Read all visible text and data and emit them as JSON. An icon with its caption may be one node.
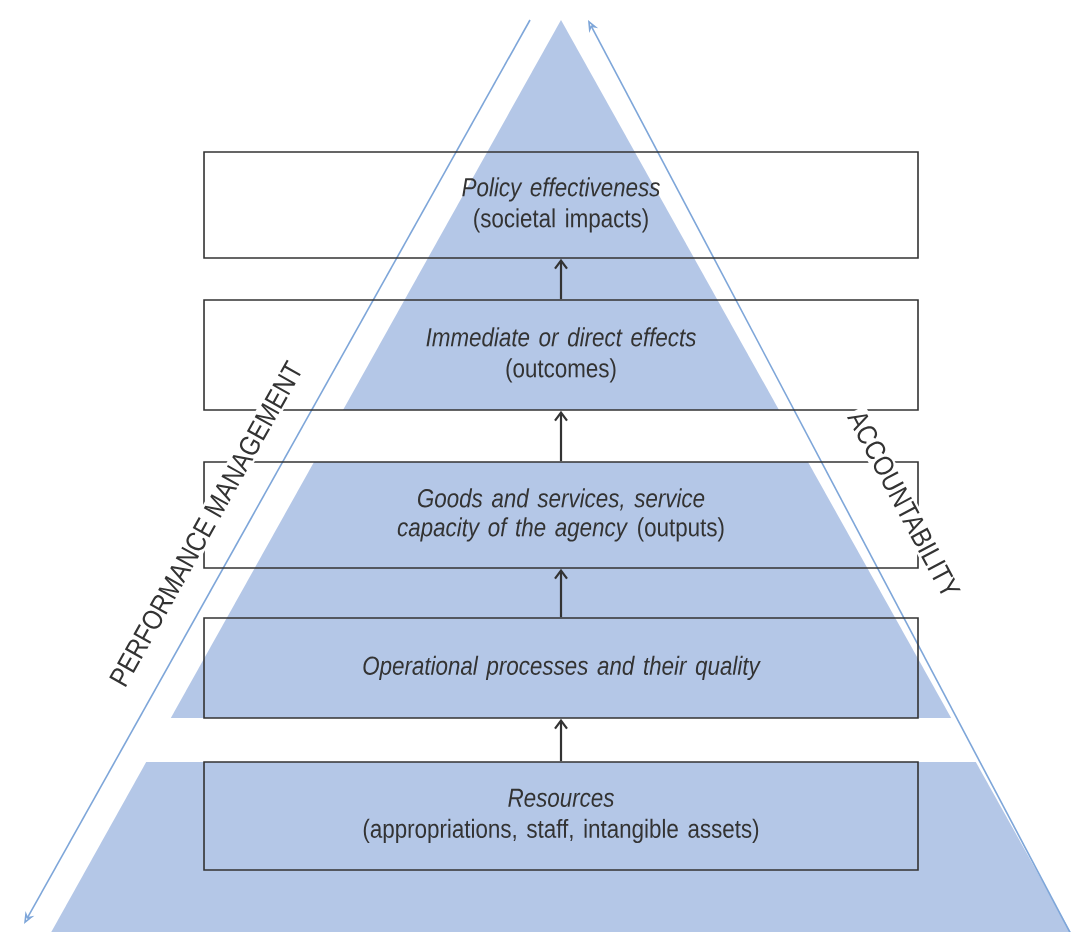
{
  "diagram": {
    "nodes": [
      {
        "text": [
          "Policy effectiveness",
          "(societal impacts)"
        ]
      },
      {
        "text": [
          "Immediate or direct effects",
          "(outcomes)"
        ]
      },
      {
        "text": [
          "*Goods and services, service capacity of the agency* (outputs)"
        ]
      },
      {
        "text": [
          "Operational processes and their quality"
        ]
      },
      {
        "text": [
          "Resources",
          "(appropriations, staff, intangible assets)"
        ]
      }
    ],
    "edges": [
      {
        "from": 4,
        "to": 3,
        "arrow": "to"
      },
      {
        "from": 3,
        "to": 2,
        "arrow": "to"
      },
      {
        "from": 2,
        "to": 1,
        "arrow": "to"
      },
      {
        "from": 1,
        "to": 0,
        "arrow": "to"
      }
    ],
    "labels": [
      "PERFORMANCE MANAGEMENT",
      "ACCOUNTABILITY"
    ]
  }
}
